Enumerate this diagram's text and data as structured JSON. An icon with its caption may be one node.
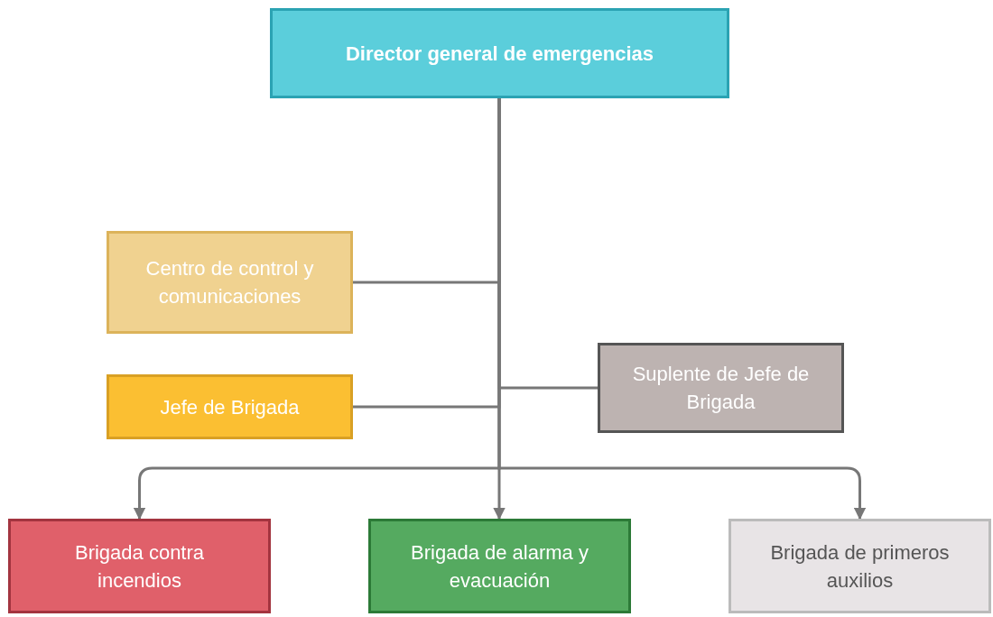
{
  "diagram": {
    "nodes": [
      {
        "text": [
          "Director general de emergencias"
        ]
      },
      {
        "text": [
          "Centro de control y comunicaciones"
        ]
      },
      {
        "text": [
          "Jefe de Brigada"
        ]
      },
      {
        "text": [
          "Suplente de Jefe de Brigada"
        ]
      },
      {
        "text": [
          "Brigada contra incendios"
        ]
      },
      {
        "text": [
          "Brigada de alarma y evacuación"
        ]
      },
      {
        "text": [
          "Brigada de primeros auxilios"
        ]
      }
    ],
    "edges": [
      {
        "from": 0,
        "to": 1,
        "arrow": "none"
      },
      {
        "from": 0,
        "to": 2,
        "arrow": "none"
      },
      {
        "from": 0,
        "to": 3,
        "arrow": "none"
      },
      {
        "from": 0,
        "to": 4,
        "arrow": "to"
      },
      {
        "from": 0,
        "to": 5,
        "arrow": "to"
      },
      {
        "from": 0,
        "to": 6,
        "arrow": "to"
      }
    ]
  }
}
